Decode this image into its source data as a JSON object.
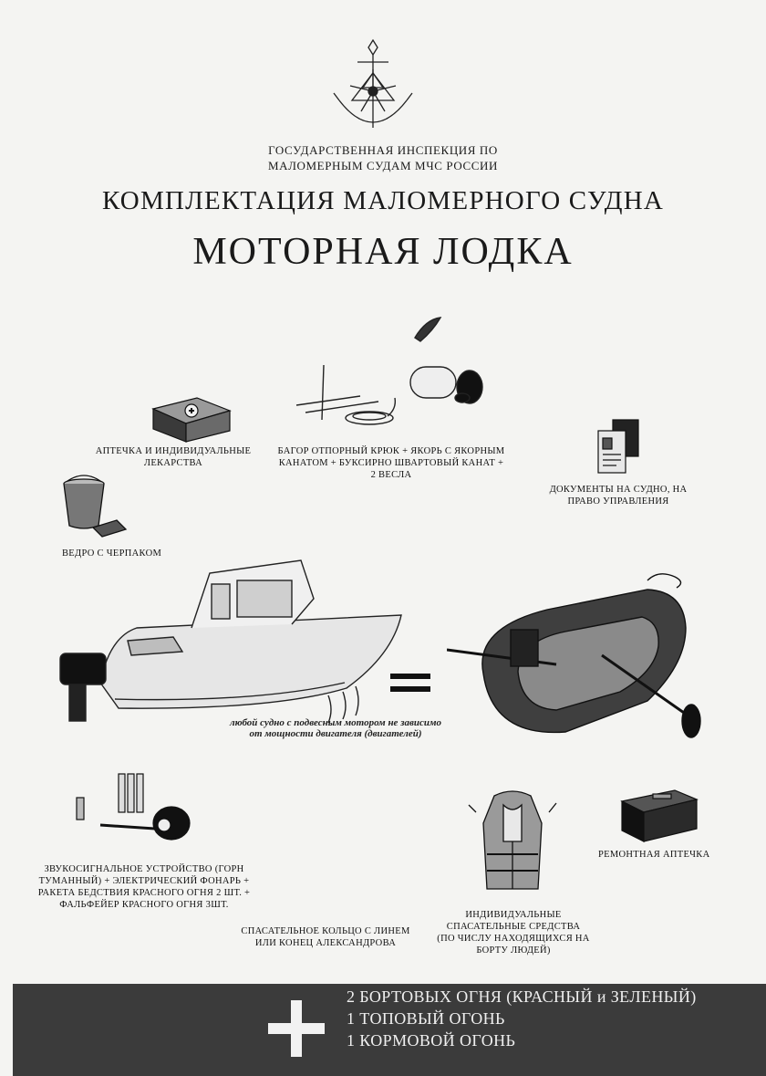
{
  "header": {
    "agency": [
      "ГОСУДАРСТВЕННАЯ ИНСПЕКЦИЯ ПО",
      "МАЛОМЕРНЫМ СУДАМ МЧС РОССИИ"
    ],
    "title": "КОМПЛЕКТАЦИЯ МАЛОМЕРНОГО СУДНА",
    "subtitle": "МОТОРНАЯ ЛОДКА"
  },
  "items": {
    "first_aid": [
      "АПТЕЧКА И ИНДИВИДУАЛЬНЫЕ",
      "ЛЕКАРСТВА"
    ],
    "boathook": [
      "БАГОР ОТПОРНЫЙ КРЮК + ЯКОРЬ С ЯКОРНЫМ",
      "КАНАТОМ + БУКСИРНО ШВАРТОВЫЙ КАНАТ +",
      "2 ВЕСЛА"
    ],
    "documents": [
      "ДОКУМЕНТЫ НА СУДНО, НА",
      "ПРАВО УПРАВЛЕНИЯ"
    ],
    "bucket": "ВЕДРО С ЧЕРПАКОМ",
    "signal": [
      "ЗВУКОСИГНАЛЬНОЕ УСТРОЙСТВО (ГОРН",
      "ТУМАННЫЙ) + ЭЛЕКТРИЧЕСКИЙ ФОНАРЬ +",
      "РАКЕТА БЕДСТВИЯ КРАСНОГО ОГНЯ 2 ШТ. +",
      "ФАЛЬФЕЙЕР КРАСНОГО ОГНЯ 3ШТ."
    ],
    "lifebuoy": [
      "СПАСАТЕЛЬНОЕ КОЛЬЦО С ЛИНЕМ",
      "ИЛИ КОНЕЦ АЛЕКСАНДРОВА"
    ],
    "lifejackets": [
      "ИНДИВИДУАЛЬНЫЕ",
      "СПАСАТЕЛЬНЫЕ СРЕДСТВА",
      "(ПО ЧИСЛУ НАХОДЯЩИХСЯ НА",
      "БОРТУ ЛЮДЕЙ)"
    ],
    "repair_kit": "РЕМОНТНАЯ АПТЕЧКА"
  },
  "boat_note": [
    "любой судно с подвесным мотором не зависимо",
    "от мощности двигателя (двигателей)"
  ],
  "bottom_bar": {
    "lines": [
      "2 БОРТОВЫХ ОГНЯ (КРАСНЫЙ и ЗЕЛЕНЫЙ)",
      "1 ТОПОВЫЙ ОГОНЬ",
      "1 КОРМОВОЙ ОГОНЬ"
    ],
    "bar_color": "#3b3b3b"
  },
  "icons": [
    "emblem-icon",
    "first-aid-kit-icon",
    "boathook-anchor-icon",
    "documents-icon",
    "bucket-icon",
    "motorboat-icon",
    "equals-icon",
    "inflatable-boat-icon",
    "signal-kit-icon",
    "life-jacket-icon",
    "repair-kit-icon",
    "plus-icon"
  ]
}
